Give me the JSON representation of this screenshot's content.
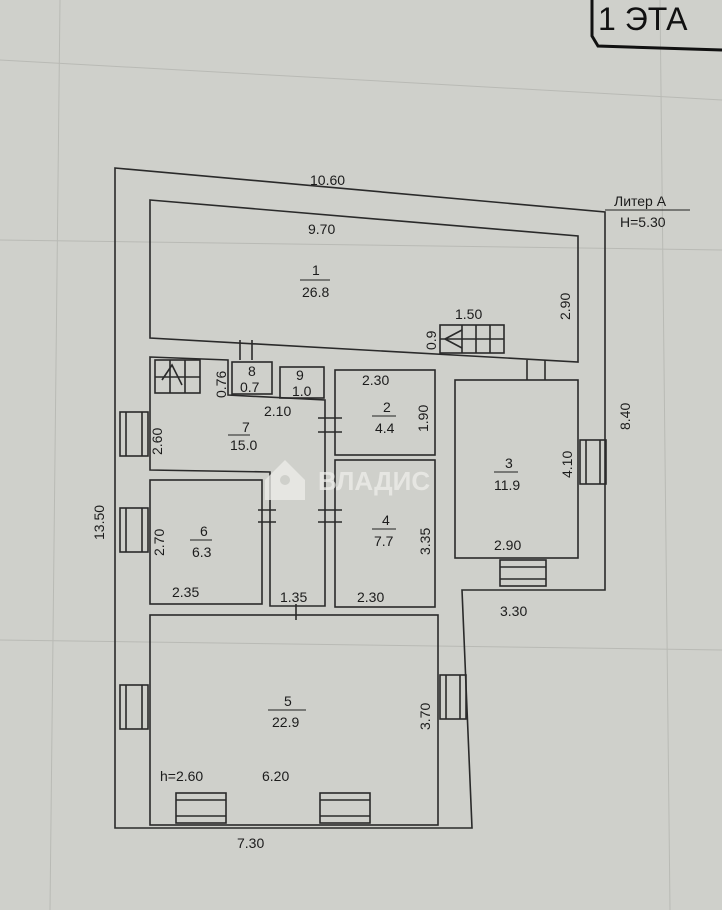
{
  "stamp": {
    "floor_label": "1 ЭТА"
  },
  "building": {
    "liter": "Литер А",
    "height": "H=5.30",
    "ceiling_height": "h=2.60"
  },
  "watermark": {
    "brand": "ВЛАДИС"
  },
  "outer_dimensions": {
    "top": "10.60",
    "left": "13.50",
    "right": "8.40",
    "bottom": "7.30",
    "step": "3.30"
  },
  "rooms": [
    {
      "number": "1",
      "area": "26.8",
      "dims": [
        "9.70",
        "2.90"
      ]
    },
    {
      "number": "2",
      "area": "4.4",
      "dims": [
        "2.30",
        "1.90"
      ]
    },
    {
      "number": "3",
      "area": "11.9",
      "dims": [
        "4.10",
        "2.90"
      ]
    },
    {
      "number": "4",
      "area": "7.7",
      "dims": [
        "3.35",
        "2.30"
      ]
    },
    {
      "number": "5",
      "area": "22.9",
      "dims": [
        "6.20",
        "3.70"
      ]
    },
    {
      "number": "6",
      "area": "6.3",
      "dims": [
        "2.70",
        "2.35"
      ]
    },
    {
      "number": "7",
      "area": "15.0",
      "dims": [
        "2.60",
        "2.10",
        "1.35"
      ]
    },
    {
      "number": "8",
      "area": "0.7",
      "dims": [
        "0.76"
      ]
    },
    {
      "number": "9",
      "area": "1.0",
      "dims": []
    }
  ],
  "stairs": {
    "width": "1.50",
    "depth": "0.9"
  }
}
